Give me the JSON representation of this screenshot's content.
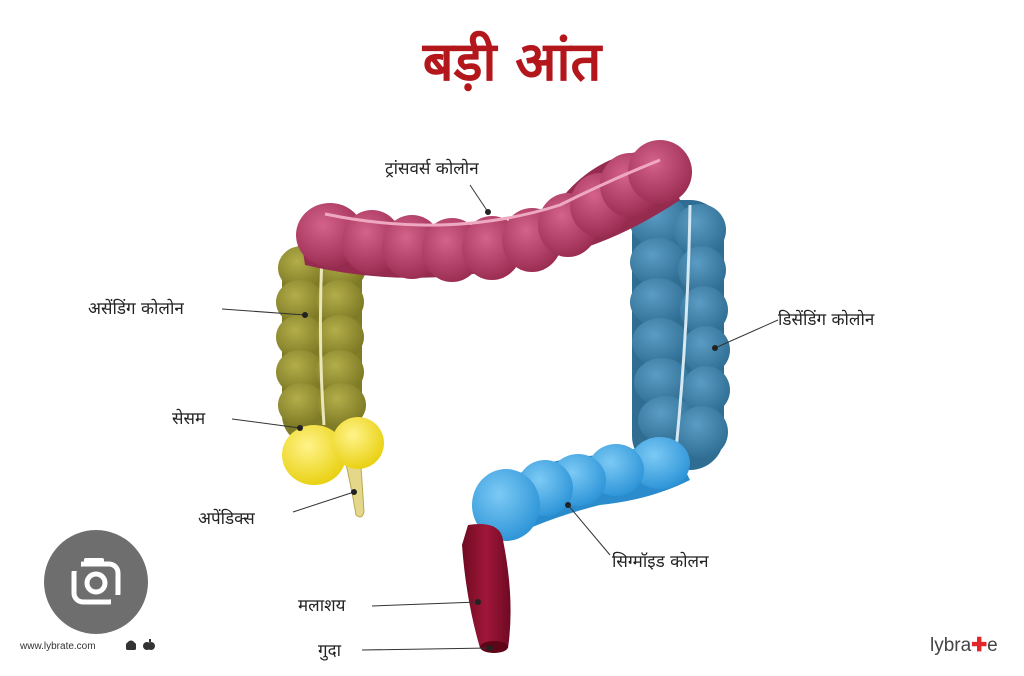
{
  "title": "बड़ी आंत",
  "labels": {
    "transverse": "ट्रांसवर्स कोलोन",
    "ascending": "असेंडिंग कोलोन",
    "descending": "डिसेंडिंग कोलोन",
    "cecum": "सेसम",
    "appendix": "अपेंडिक्स",
    "sigmoid": "सिग्मॉइड कोलन",
    "rectum": "मलाशय",
    "anus": "गुदा"
  },
  "footer": {
    "url": "www.lybrate.com",
    "brand_prefix": "lybra",
    "brand_suffix": "e"
  },
  "colors": {
    "title": "#b3161b",
    "transverse": "#b23a62",
    "ascending": "#8e8a2e",
    "cecum": "#f7e21f",
    "descending": "#3f7fa6",
    "sigmoid": "#3aa7e8",
    "rectum": "#8a0f2c"
  },
  "icons": [
    "lens-search-icon",
    "android-icon",
    "apple-icon"
  ]
}
